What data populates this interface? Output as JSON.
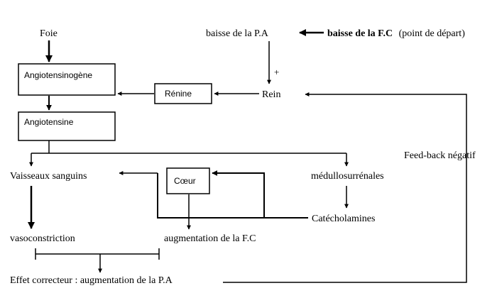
{
  "nodes": {
    "foie": "Foie",
    "baisse_pa": "baisse de la P.A",
    "baisse_fc_bold": "baisse de la F.C",
    "baisse_fc_note": "(point de départ)",
    "angiotensinogene": "Angiotensinogène",
    "renine": "Rénine",
    "rein": "Rein",
    "angiotensine": "Angiotensine",
    "feedback": "Feed-back négatif",
    "vaisseaux": "Vaisseaux sanguins",
    "coeur": "Cœur",
    "medullo": "médullosurrénales",
    "catecholamines": "Catécholamines",
    "vasoconstriction": "vasoconstriction",
    "augmentation_fc": "augmentation de la F.C",
    "effet": "Effet correcteur : augmentation de la P.A"
  },
  "signs": {
    "plus": "+"
  }
}
